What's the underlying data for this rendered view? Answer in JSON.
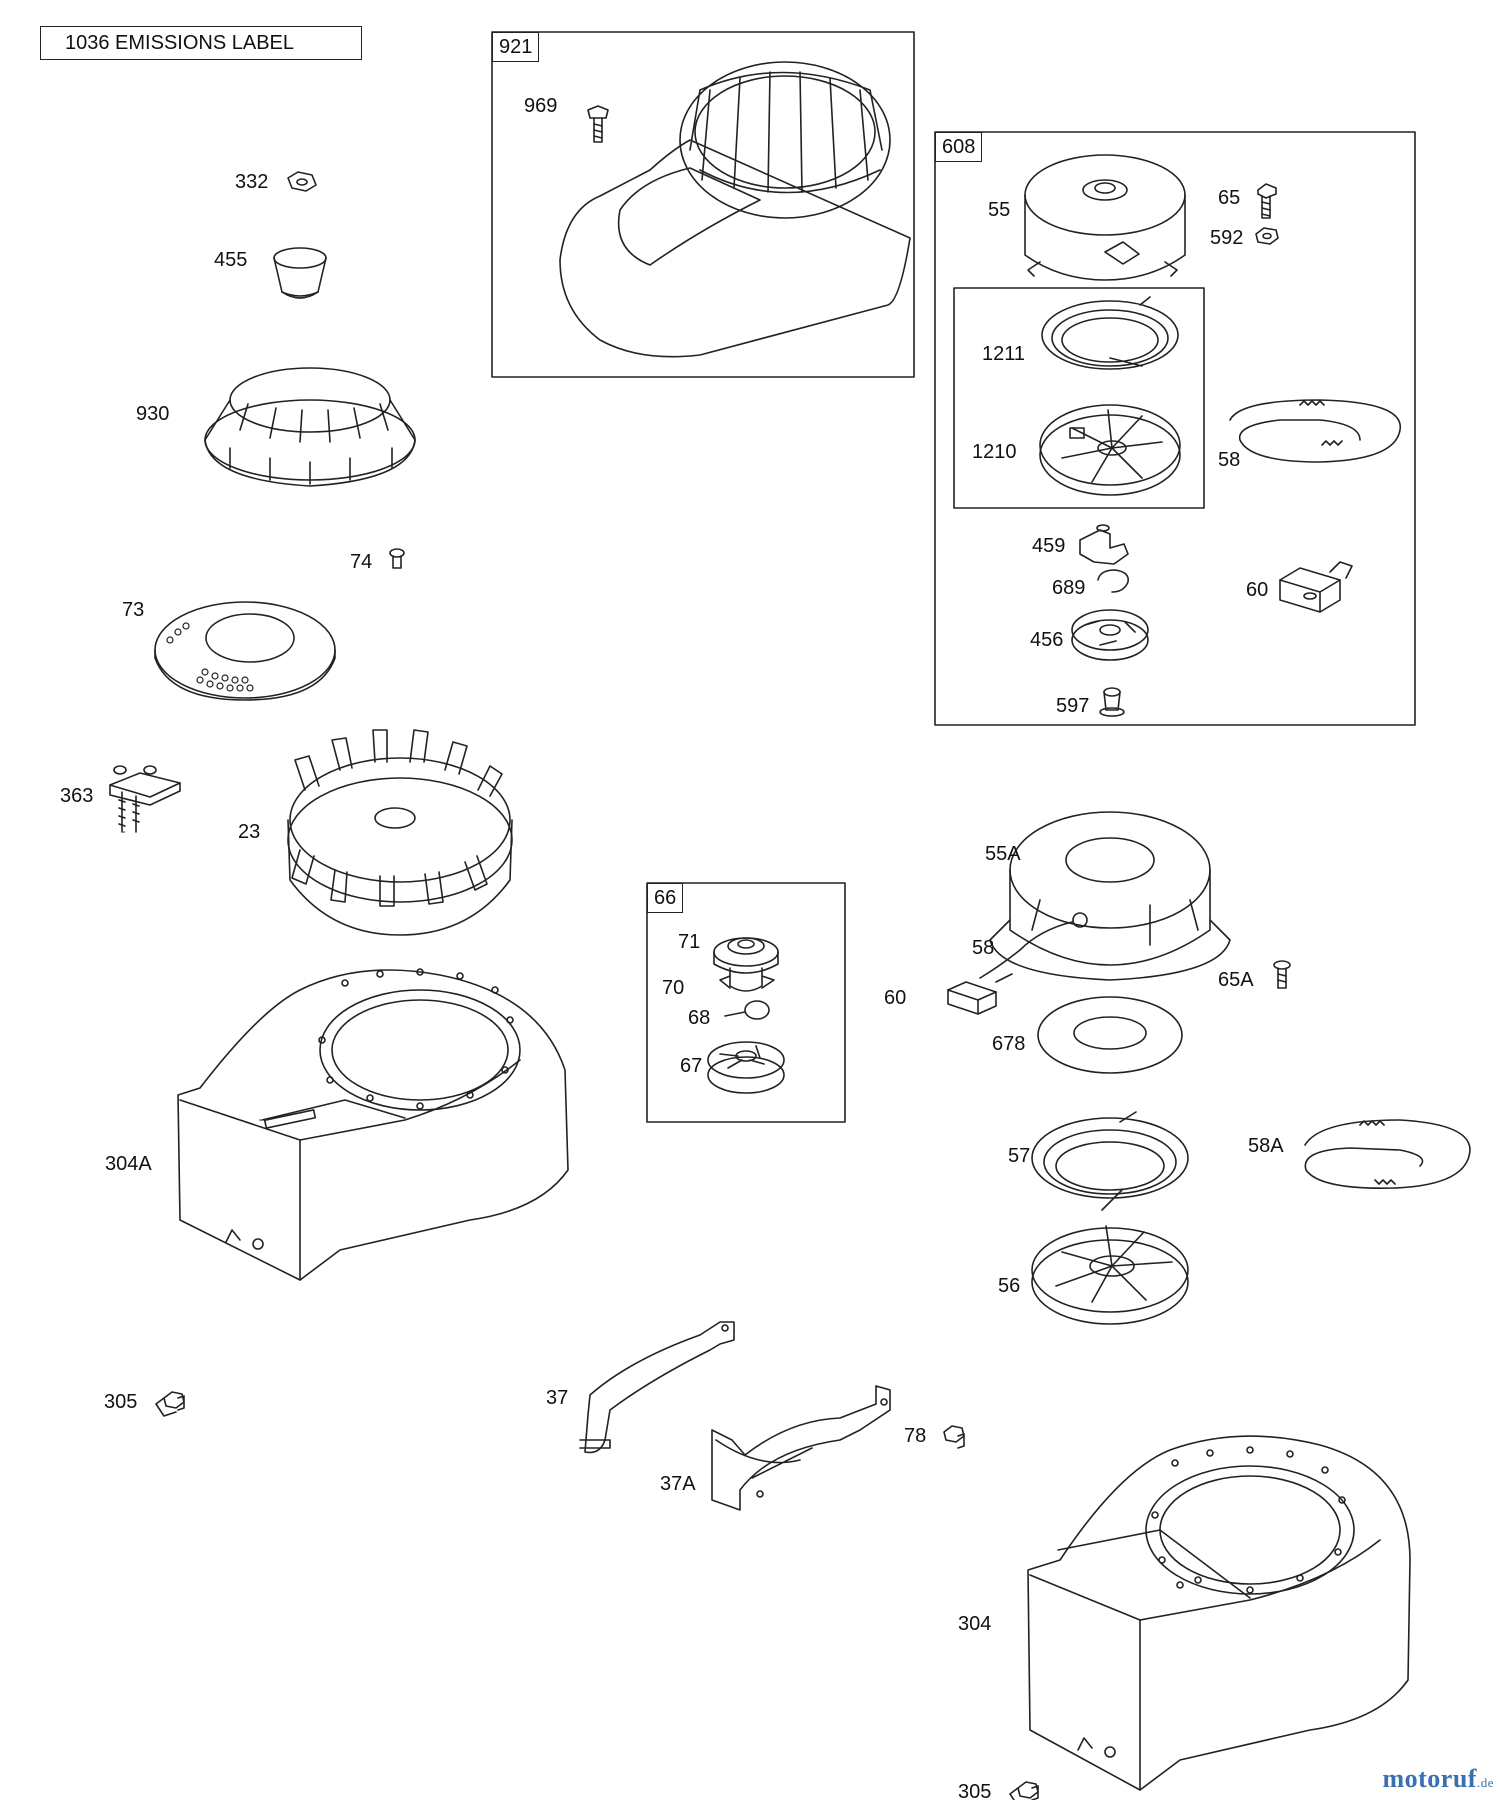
{
  "emissions_label": "1036 EMISSIONS LABEL",
  "group_labels": {
    "g921": "921",
    "g608": "608",
    "g66": "66"
  },
  "parts": {
    "p969": "969",
    "p332": "332",
    "p455": "455",
    "p930": "930",
    "p74": "74",
    "p73": "73",
    "p363": "363",
    "p23": "23",
    "p304A": "304A",
    "p305a": "305",
    "p55": "55",
    "p65": "65",
    "p592": "592",
    "p1211": "1211",
    "p1210": "1210",
    "p58a": "58",
    "p459": "459",
    "p689": "689",
    "p60a": "60",
    "p456": "456",
    "p597": "597",
    "p71": "71",
    "p70": "70",
    "p68": "68",
    "p67": "67",
    "p55A": "55A",
    "p58b": "58",
    "p60b": "60",
    "p65A": "65A",
    "p678": "678",
    "p57": "57",
    "p58A": "58A",
    "p56": "56",
    "p37": "37",
    "p37A": "37A",
    "p78": "78",
    "p304": "304",
    "p305b": "305"
  },
  "watermark": {
    "name": "motoruf",
    "tld": ".de"
  },
  "colors": {
    "line": "#222222",
    "brand": "#3a6fb0"
  }
}
